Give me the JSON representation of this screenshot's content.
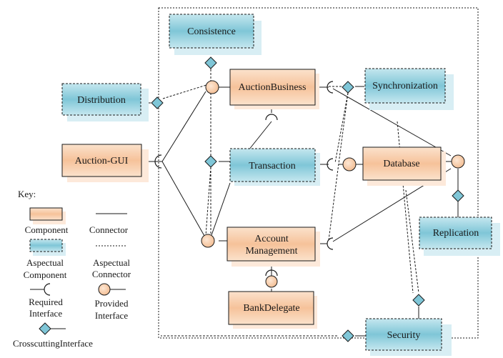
{
  "diagram": {
    "components": {
      "auction_business": "AuctionBusiness",
      "auction_gui": "Auction-GUI",
      "database": "Database",
      "account_management_1": "Account",
      "account_management_2": "Management",
      "bank_delegate": "BankDelegate"
    },
    "aspectual_components": {
      "consistence": "Consistence",
      "distribution": "Distribution",
      "synchronization": "Synchronization",
      "transaction": "Transaction",
      "replication": "Replication",
      "security": "Security"
    }
  },
  "legend": {
    "title": "Key:",
    "component": "Component",
    "connector": "Connector",
    "aspectual_component_1": "Aspectual",
    "aspectual_component_2": "Component",
    "aspectual_connector_1": "Aspectual",
    "aspectual_connector_2": "Connector",
    "required_interface_1": "Required",
    "required_interface_2": "Interface",
    "provided_interface_1": "Provided",
    "provided_interface_2": "Interface",
    "crosscutting_interface": "CrosscuttingInterface"
  },
  "colors": {
    "component_fill": "#f6c8a0",
    "component_shadow": "#fde9da",
    "aspect_fill": "#8fd0df",
    "aspect_shadow": "#d8eef4",
    "line": "#1a1a1a"
  }
}
